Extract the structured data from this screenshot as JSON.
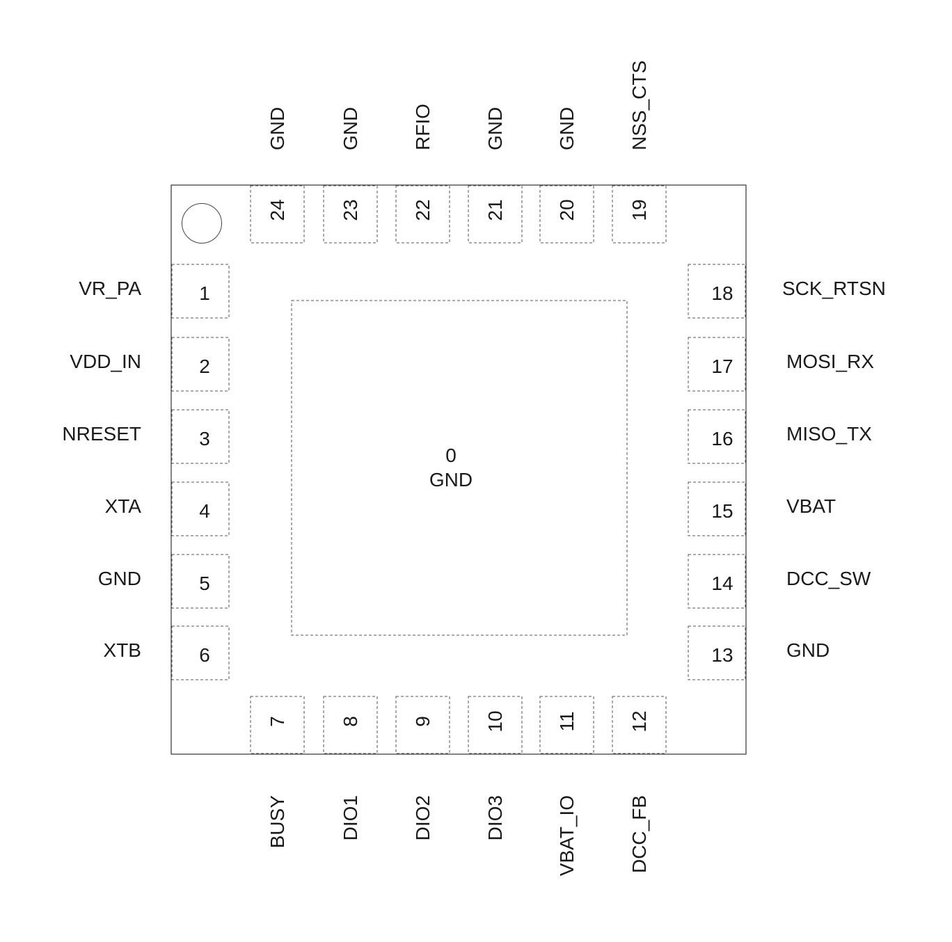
{
  "package": {
    "exposed_pad": {
      "number": "0",
      "name": "GND"
    },
    "pins": {
      "left": [
        {
          "num": "1",
          "name": "VR_PA"
        },
        {
          "num": "2",
          "name": "VDD_IN"
        },
        {
          "num": "3",
          "name": "NRESET"
        },
        {
          "num": "4",
          "name": "XTA"
        },
        {
          "num": "5",
          "name": "GND"
        },
        {
          "num": "6",
          "name": "XTB"
        }
      ],
      "bottom": [
        {
          "num": "7",
          "name": "BUSY"
        },
        {
          "num": "8",
          "name": "DIO1"
        },
        {
          "num": "9",
          "name": "DIO2"
        },
        {
          "num": "10",
          "name": "DIO3"
        },
        {
          "num": "11",
          "name": "VBAT_IO"
        },
        {
          "num": "12",
          "name": "DCC_FB"
        }
      ],
      "right": [
        {
          "num": "18",
          "name": "SCK_RTSN"
        },
        {
          "num": "17",
          "name": "MOSI_RX"
        },
        {
          "num": "16",
          "name": "MISO_TX"
        },
        {
          "num": "15",
          "name": "VBAT"
        },
        {
          "num": "14",
          "name": "DCC_SW"
        },
        {
          "num": "13",
          "name": "GND"
        }
      ],
      "top": [
        {
          "num": "24",
          "name": "GND"
        },
        {
          "num": "23",
          "name": "GND"
        },
        {
          "num": "22",
          "name": "RFIO"
        },
        {
          "num": "21",
          "name": "GND"
        },
        {
          "num": "20",
          "name": "GND"
        },
        {
          "num": "19",
          "name": "NSS_CTS"
        }
      ]
    }
  }
}
